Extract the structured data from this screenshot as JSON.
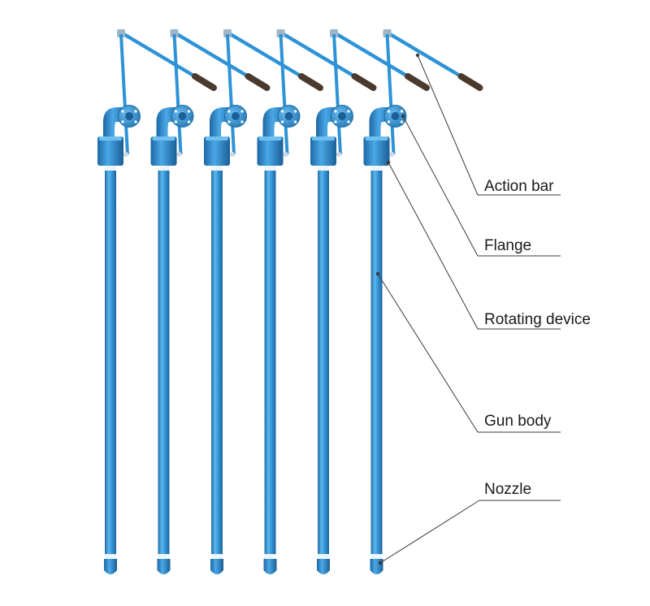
{
  "figure": {
    "gun_count": 6,
    "colors": {
      "body": "#2e93d6",
      "body_highlight": "#6fc0f0",
      "body_shadow": "#1f6fa8",
      "handle": "#4a3a2e",
      "ring": "#eef6fb",
      "leader": "#3a3a3a"
    },
    "labels": [
      {
        "id": "action-bar",
        "text": "Action bar"
      },
      {
        "id": "flange",
        "text": "Flange"
      },
      {
        "id": "rotating-device",
        "text": "Rotating device"
      },
      {
        "id": "gun-body",
        "text": "Gun body"
      },
      {
        "id": "nozzle",
        "text": "Nozzle"
      }
    ]
  }
}
